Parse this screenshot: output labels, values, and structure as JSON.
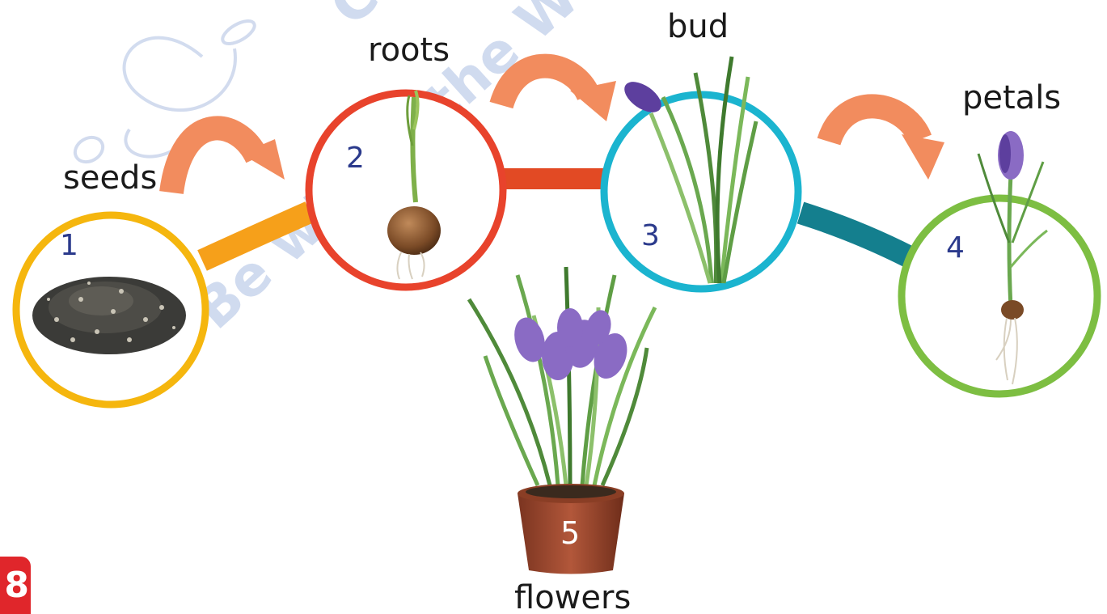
{
  "stages": [
    {
      "number": "1",
      "label": "seeds",
      "color": "#f5b60e"
    },
    {
      "number": "2",
      "label": "roots",
      "color": "#e8432c"
    },
    {
      "number": "3",
      "label": "bud",
      "color": "#1bb4cf"
    },
    {
      "number": "4",
      "label": "petals",
      "color": "#7dbe42"
    },
    {
      "number": "5",
      "label": "flowers",
      "color": "#a0472e"
    }
  ],
  "connectors": [
    "#f6a01a",
    "#e24a24",
    "#147f8e"
  ],
  "arrow_color": "#f28c5e",
  "watermark": "Be where the World i",
  "watermark_letter": "C",
  "page_badge": "8",
  "flower_color": "#8a6bc4"
}
